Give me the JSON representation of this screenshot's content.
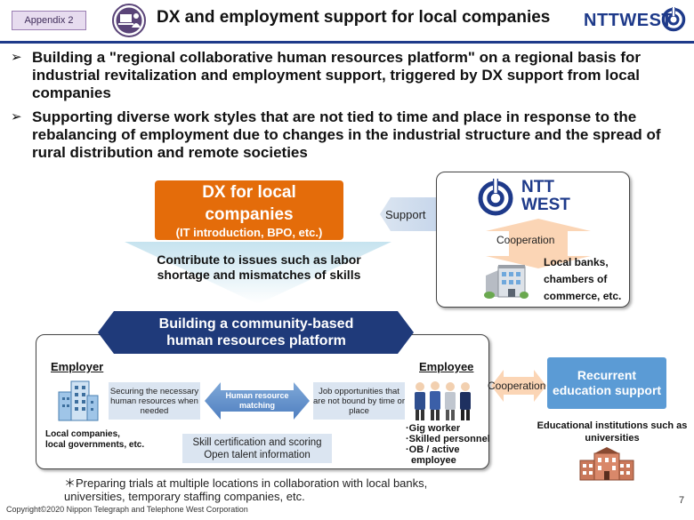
{
  "header": {
    "badge": "Appendix 2",
    "title": "DX and employment support for local companies",
    "logo": "NTTWEST",
    "brand_color": "#1e3a8a"
  },
  "bullets": [
    "Building a \"regional collaborative human resources platform\" on a regional basis for industrial revitalization and employment support, triggered by DX support from local companies",
    "Supporting diverse work styles that are not tied to time and place in response to the rebalancing of employment due to changes in the industrial structure and the spread of rural distribution and remote societies"
  ],
  "diagram": {
    "dx_title_1": "DX for local",
    "dx_title_2": "companies",
    "dx_sub": "(IT introduction, BPO, etc.)",
    "support": "Support",
    "contribute": "Contribute to issues such as labor shortage and mismatches of skills",
    "ntt_line1": "NTT",
    "ntt_line2": "WEST",
    "cooperation": "Cooperation",
    "banks": [
      "Local banks,",
      "chambers of",
      "commerce, etc."
    ],
    "banner_line1": "Building a community-based",
    "banner_line2": "human resources platform",
    "employer": "Employer",
    "employee": "Employee",
    "employer_desc": [
      "Local companies,",
      "local governments, etc."
    ],
    "securing": "Securing the necessary human resources when needed",
    "matching": "Human resource matching",
    "job_opp": "Job opportunities that are not bound by time or place",
    "employee_types": [
      "·Gig worker",
      "·Skilled personnel",
      "·OB / active",
      "employee"
    ],
    "skill_line1": "Skill certification and scoring",
    "skill_line2": "Open talent information",
    "recur_coop": "Cooperation",
    "recurrent_1": "Recurrent",
    "recurrent_2": "education support",
    "edu": "Educational institutions such as universities",
    "note": "＊Preparing trials at multiple locations in collaboration with local banks, universities, temporary staffing companies, etc.",
    "colors": {
      "orange": "#e46c0a",
      "navy": "#1f3a7a",
      "light_blue": "#dbe5f1",
      "mid_blue": "#5b9bd5",
      "peach": "#fbd5b5"
    }
  },
  "footer": {
    "copyright": "Copyright©2020 Nippon Telegraph and Telephone West Corporation",
    "page": "7"
  }
}
